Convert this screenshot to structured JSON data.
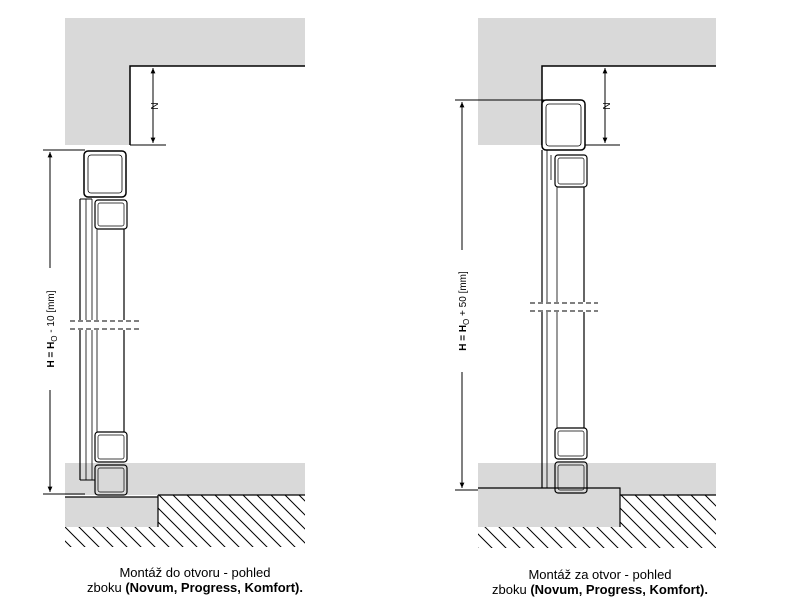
{
  "colors": {
    "wall": "#d9d9d9",
    "line": "#000000",
    "hatch": "#000000",
    "background": "#ffffff"
  },
  "left_diagram": {
    "dimension_N": "N",
    "dimension_H_prefix": "H = H",
    "dimension_H_sub": "O",
    "dimension_H_suffix": " - 10 [mm]",
    "caption_line1": "Montáž do otvoru  - pohled",
    "caption_line2_plain": "zboku ",
    "caption_line2_bold": "(Novum, Progress, Komfort)."
  },
  "right_diagram": {
    "dimension_N": "N",
    "dimension_H_prefix": "H = H",
    "dimension_H_sub": "O",
    "dimension_H_suffix": " + 50 [mm]",
    "caption_line1": "Montáž za otvor - pohled",
    "caption_line2_plain": "zboku ",
    "caption_line2_bold": "(Novum, Progress, Komfort)."
  }
}
